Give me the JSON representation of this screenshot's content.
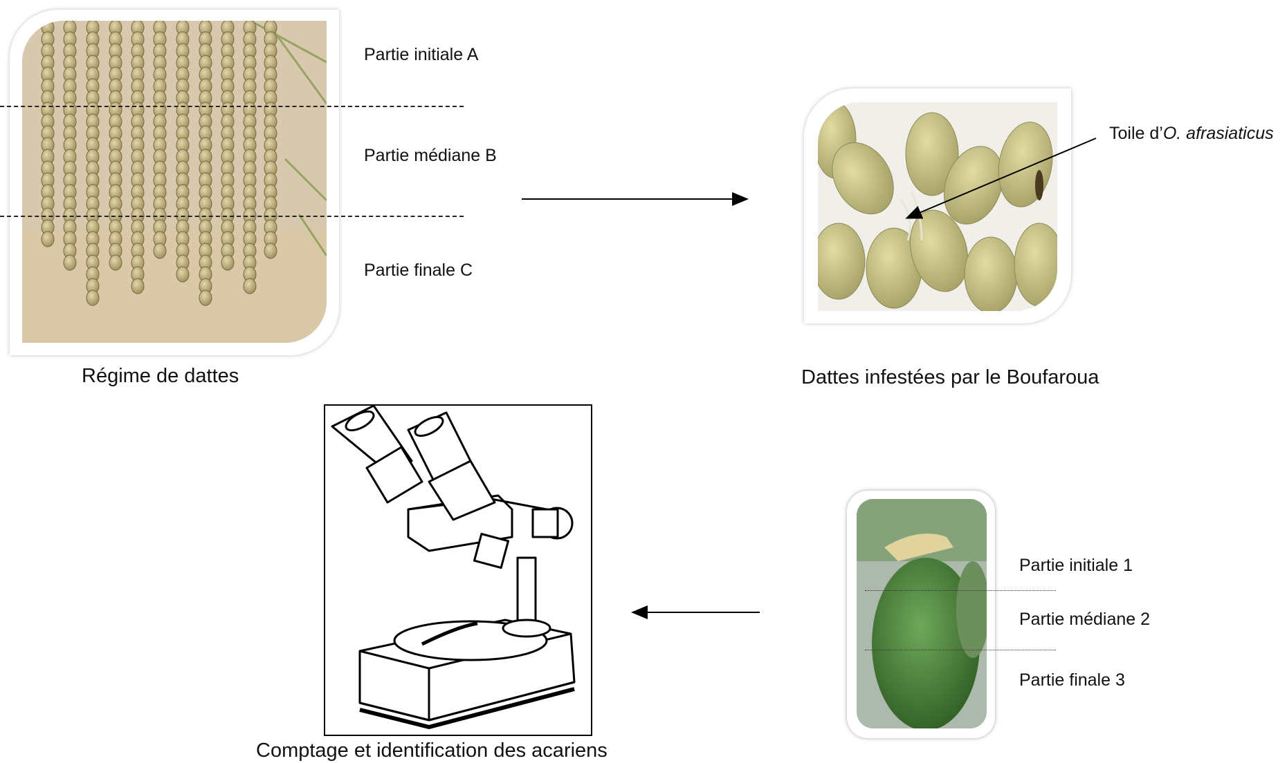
{
  "bunch": {
    "labels": {
      "initial": "Partie initiale A",
      "median": "Partie médiane B",
      "final": "Partie finale C"
    },
    "caption": "Régime de dattes"
  },
  "infested": {
    "web_label_prefix": "Toile d’",
    "web_label_species": "O. afrasiaticus",
    "caption": "Dattes infestées par le Boufaroua"
  },
  "single_date": {
    "labels": {
      "initial": "Partie initiale 1",
      "median": "Partie médiane 2",
      "final": "Partie finale 3"
    }
  },
  "microscope": {
    "caption": "Comptage et identification des acariens"
  },
  "colors": {
    "date_bunch": "#b9a979",
    "date_green": "#4f8a3a",
    "date_pale": "#c9c38a",
    "frame_bg": "#ffffff"
  }
}
